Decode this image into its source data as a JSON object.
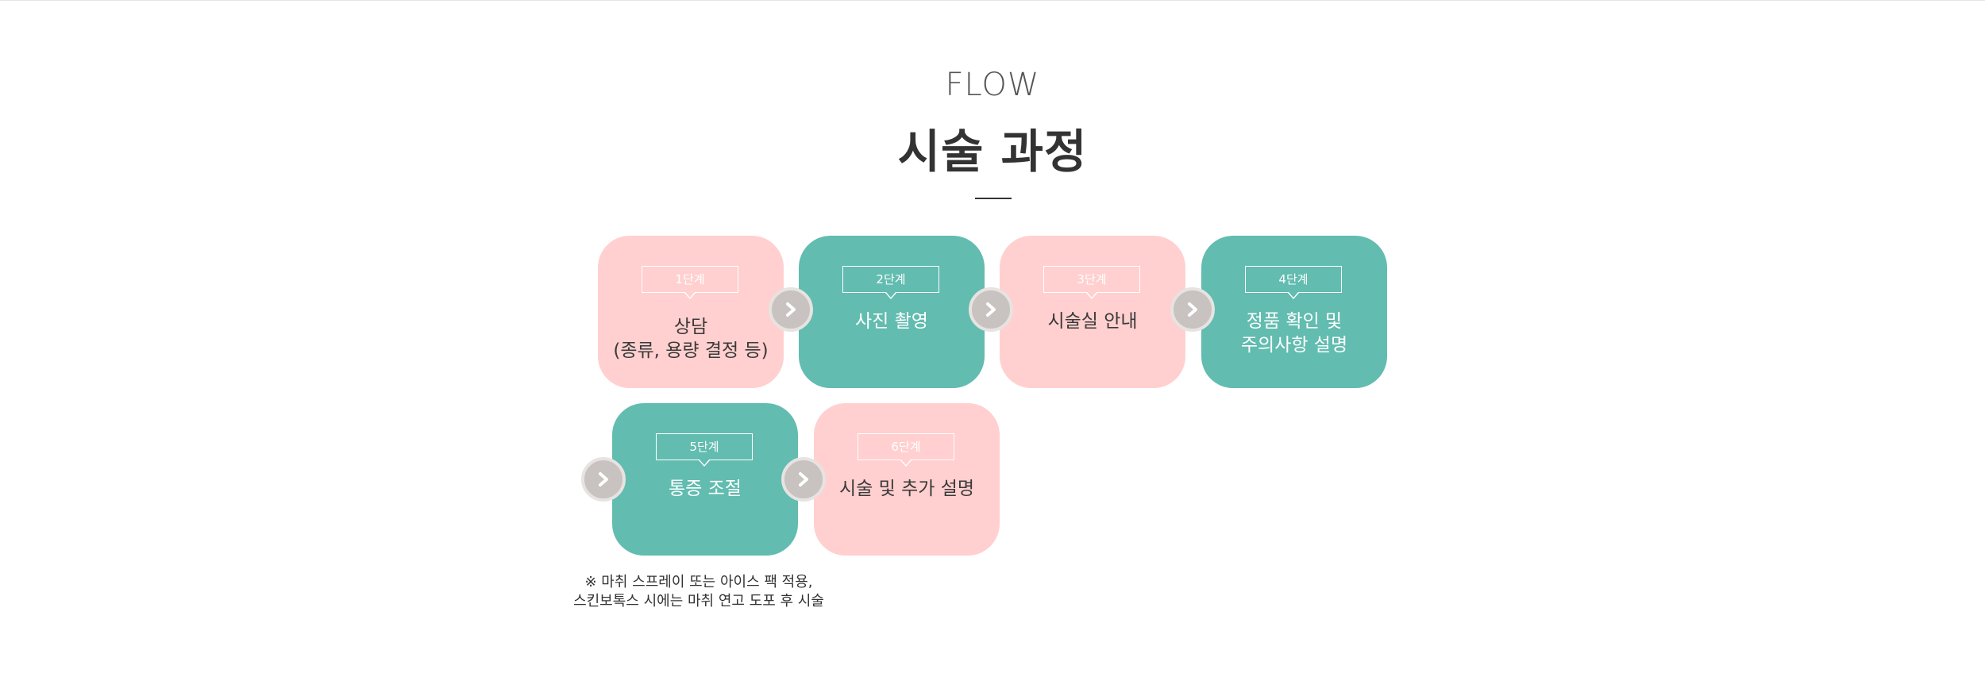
{
  "header": {
    "eyebrow": "FLOW",
    "title": "시술 과정"
  },
  "steps": [
    {
      "badge": "1단계",
      "label": "상담\n(종류, 용량 결정 등)",
      "color": "pink"
    },
    {
      "badge": "2단계",
      "label": "사진 촬영",
      "color": "teal"
    },
    {
      "badge": "3단계",
      "label": "시술실 안내",
      "color": "pink"
    },
    {
      "badge": "4단계",
      "label": "정품 확인 및\n주의사항 설명",
      "color": "teal"
    },
    {
      "badge": "5단계",
      "label": "통증 조절",
      "color": "teal"
    },
    {
      "badge": "6단계",
      "label": "시술 및 추가 설명",
      "color": "pink"
    }
  ],
  "note": "※ 마취 스프레이 또는 아이스 팩 적용,\n스킨보톡스 시에는 마취 연고 도포 후 시술",
  "colors": {
    "pink": "#ffd0cf",
    "teal": "#62bcb0",
    "arrow": "#c8c2c0"
  },
  "icons": {
    "arrow": "chevron-right-icon"
  }
}
